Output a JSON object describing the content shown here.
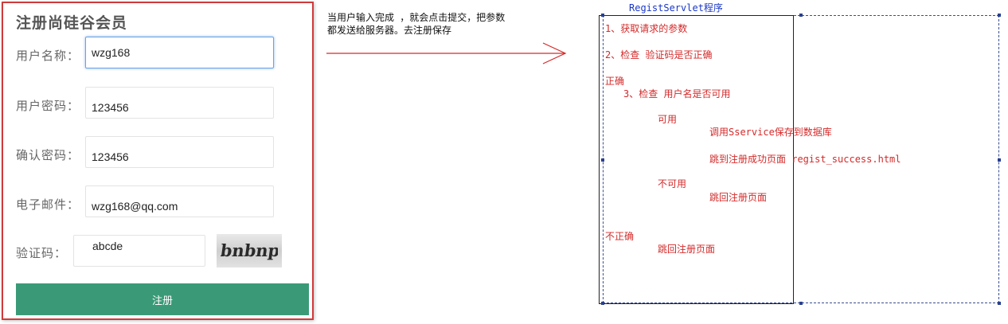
{
  "form": {
    "title": "注册尚硅谷会员",
    "username_label": "用户名称：",
    "username_value": "wzg168",
    "password_label": "用户密码：",
    "password_value": "123456",
    "confirm_label": "确认密码：",
    "confirm_value": "123456",
    "email_label": "电子邮件：",
    "email_value": "wzg168@qq.com",
    "captcha_label": "验证码：",
    "captcha_value": "abcde",
    "captcha_image_text": "bnbnp",
    "submit_label": "注册"
  },
  "note": {
    "line1": "当用户输入完成 ，就会点击提交，把参数",
    "line2": "都发送给服务器。去注册保存"
  },
  "servlet": {
    "title": "RegistServlet程序",
    "step1": "1、获取请求的参数",
    "step2": "2、检查 验证码是否正确",
    "correct": "正确",
    "step3": "3、检查 用户名是否可用",
    "available": "可用",
    "save": "调用Sservice保存到数据库",
    "goto_success": "跳到注册成功页面 regist_success.html",
    "not_available": "不可用",
    "back_register_1": "跳回注册页面",
    "not_correct": "不正确",
    "back_register_2": "跳回注册页面"
  },
  "colors": {
    "panel_border": "#cf3b3b",
    "button_bg": "#3a9a78",
    "step_text": "#d42a2a",
    "servlet_title": "#1a37c8",
    "arrow": "#d42a2a"
  }
}
